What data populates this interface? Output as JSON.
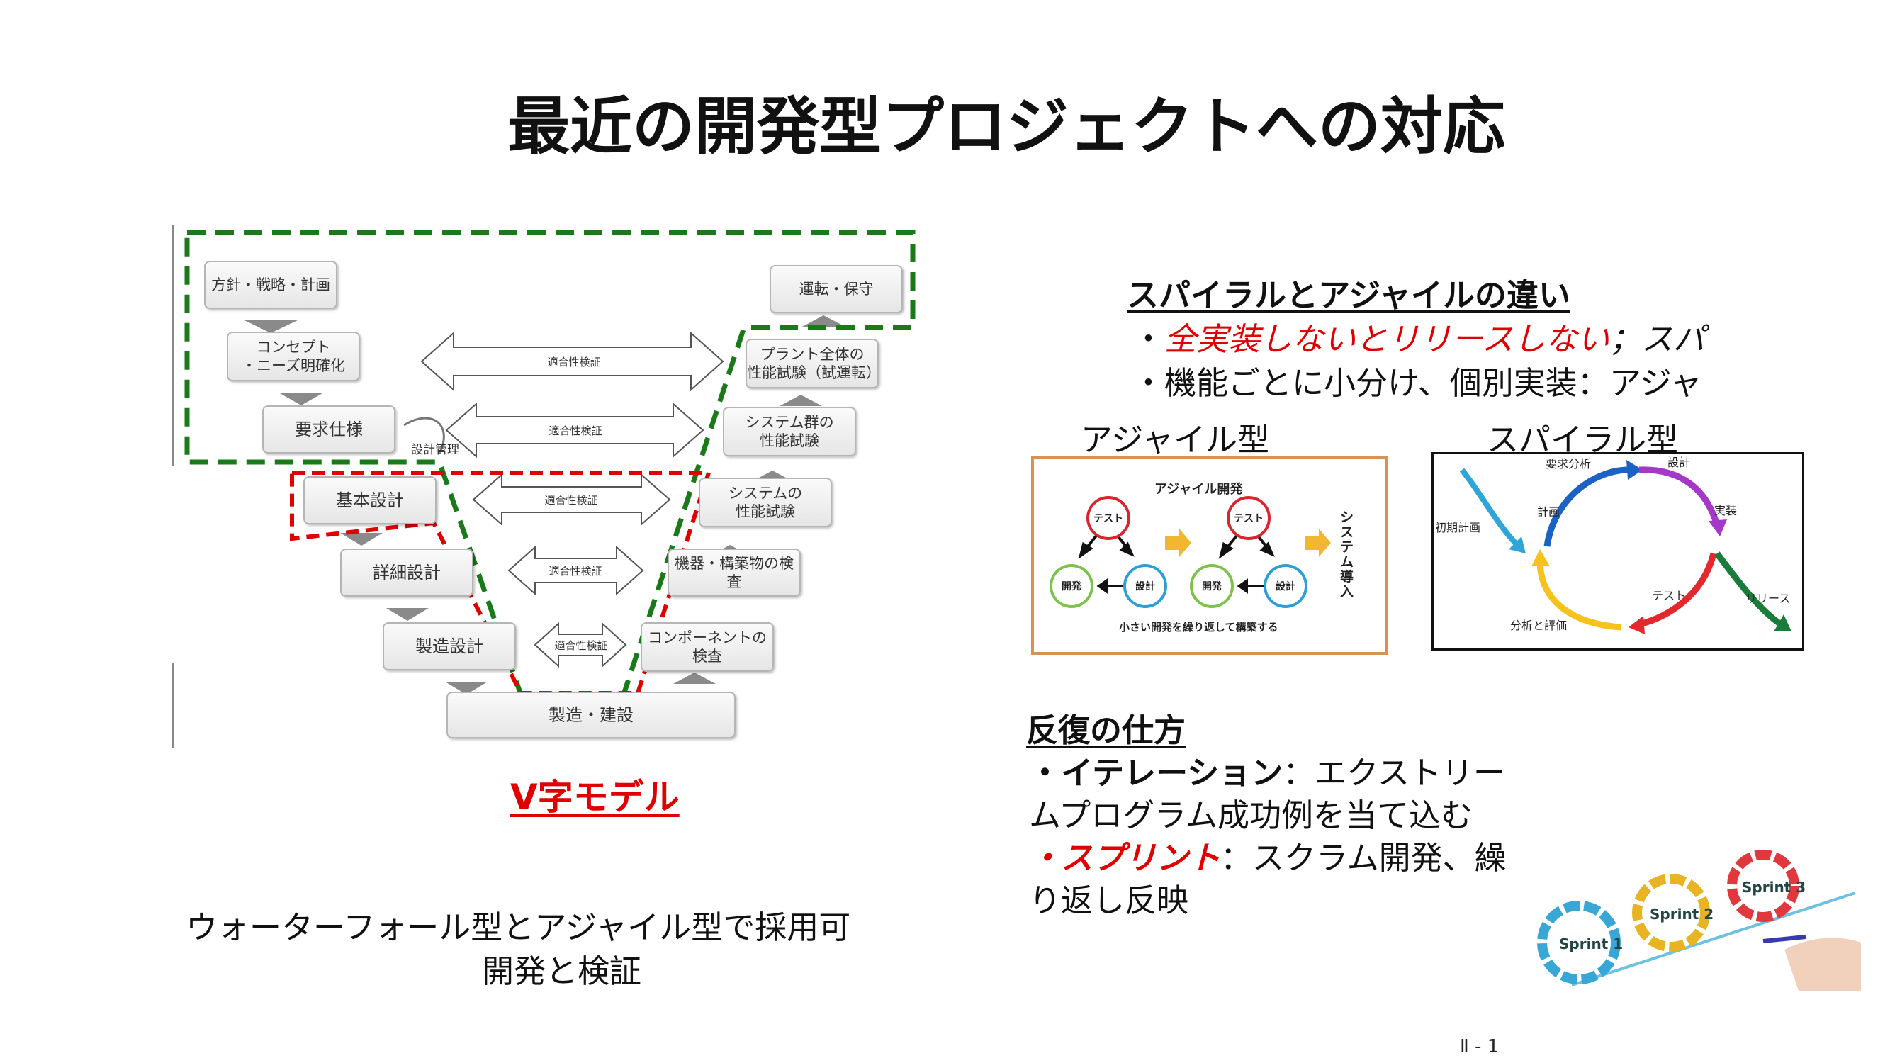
{
  "title": "最近の開発型プロジェクトへの対応",
  "vmodel": {
    "left_boxes": [
      "方針・戦略・計画",
      "コンセプト\n・ニーズ明確化",
      "要求仕様",
      "基本設計",
      "詳細設計",
      "製造設計"
    ],
    "right_boxes": [
      "運転・保守",
      "プラント全体の\n性能試験（試運転）",
      "システム群の\n性能試験",
      "システムの\n性能試験",
      "機器・構築物の検査",
      "コンポーネントの\n検査"
    ],
    "bottom_box": "製造・建設",
    "arrow_label": "適合性検証",
    "design_management": "設計管理",
    "label": "V字モデル"
  },
  "left_caption": [
    "ウォーターフォール型とアジャイル型で採用可",
    "開発と検証"
  ],
  "spiral_agile": {
    "heading": "スパイラルとアジャイルの違い",
    "line1_bullet": "・",
    "line1_red": "全実装しないとリリースしない",
    "line1_rest": "；スパ",
    "line2": "・機能ごとに小分け、個別実装：アジャ",
    "agile_label": "アジャイル型",
    "spiral_label": "スパイラル型"
  },
  "agile_diagram": {
    "title": "アジャイル開発",
    "test": "テスト",
    "dev": "開発",
    "design": "設計",
    "intro": "システム導入",
    "caption": "小さい開発を繰り返して構築する"
  },
  "spiral_diagram": {
    "initial_plan": "初期計画",
    "requirements": "要求分析",
    "design": "設計",
    "plan": "計画",
    "implement": "実装",
    "test": "テスト",
    "release": "リリース",
    "analysis": "分析と評価"
  },
  "iteration": {
    "heading": "反復の仕方",
    "line1_bold": "・イテレーション",
    "line1_rest": "：エクストリー",
    "line2": "ムプログラム成功例を当て込む",
    "line3_red": "・スプリント",
    "line3_rest": "：スクラム開発、繰",
    "line4": "り返し反映"
  },
  "sprints": [
    "Sprint 1",
    "Sprint 2",
    "Sprint 3"
  ],
  "page_number": "Ⅱ - 1",
  "colors": {
    "red": "#e00000",
    "green": "#1a7a1a",
    "agile_frame": "#d99252"
  }
}
